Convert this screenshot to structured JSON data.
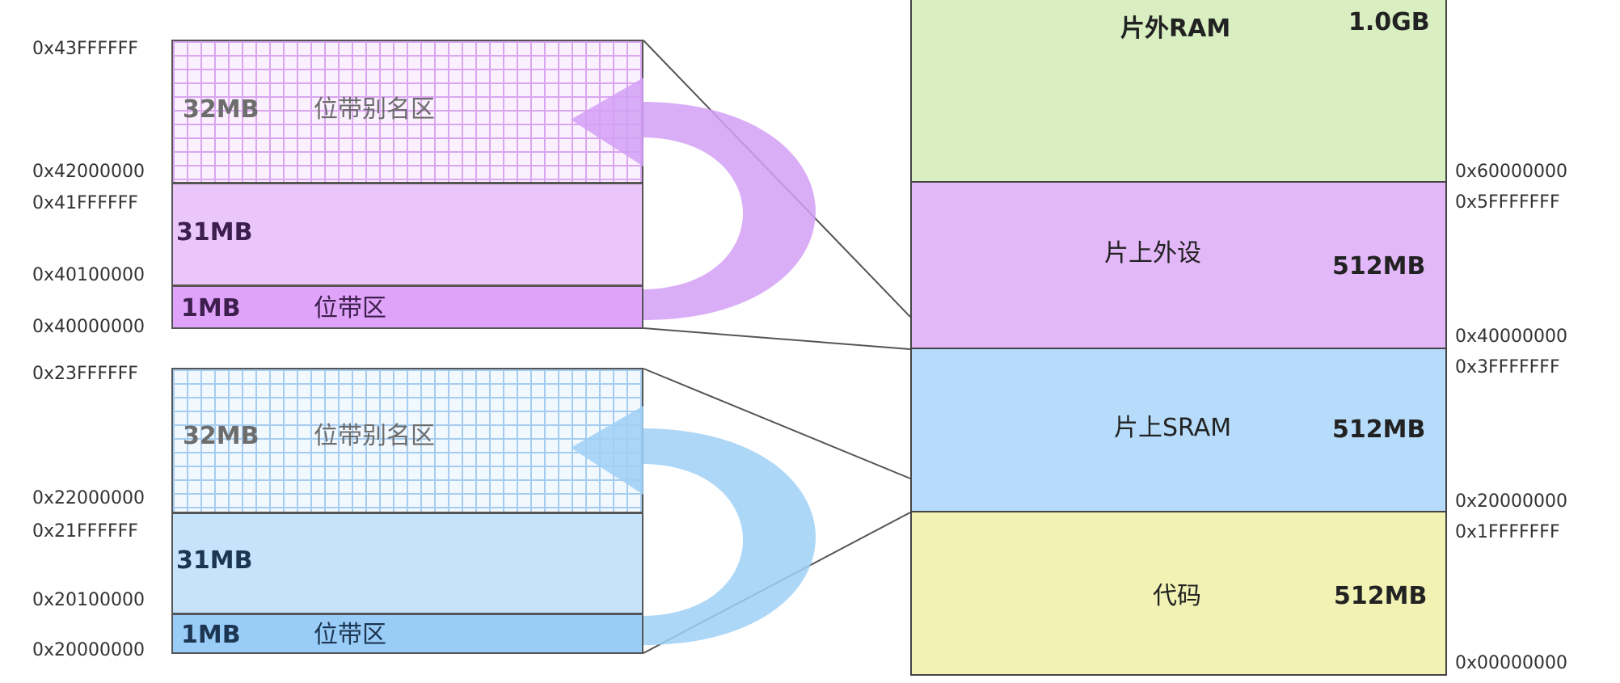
{
  "purple_group": {
    "addr_top": "0x43FFFFFF",
    "addr_alias_start": "0x42000000",
    "addr_mid_end": "0x41FFFFFF",
    "addr_band_end": "0x40100000",
    "addr_start": "0x40000000",
    "alias_size": "32MB",
    "alias_name": "位带别名区",
    "mid_size": "31MB",
    "band_size": "1MB",
    "band_name": "位带区"
  },
  "blue_group": {
    "addr_top": "0x23FFFFFF",
    "addr_alias_start": "0x22000000",
    "addr_mid_end": "0x21FFFFFF",
    "addr_band_end": "0x20100000",
    "addr_start": "0x20000000",
    "alias_size": "32MB",
    "alias_name": "位带别名区",
    "mid_size": "31MB",
    "band_size": "1MB",
    "band_name": "位带区"
  },
  "memory_map": {
    "regions": [
      {
        "name": "片外RAM",
        "size": "1.0GB",
        "color": "#d9efc2"
      },
      {
        "name": "片上外设",
        "size": "512MB",
        "color": "#e3b8f8"
      },
      {
        "name": "片上SRAM",
        "size": "512MB",
        "color": "#b7dcfb"
      },
      {
        "name": "代码",
        "size": "512MB",
        "color": "#f1f2b4"
      }
    ],
    "addresses": {
      "a60000000": "0x60000000",
      "a5FFFFFFF": "0x5FFFFFFF",
      "a40000000": "0x40000000",
      "a3FFFFFFF": "0x3FFFFFFF",
      "a20000000": "0x20000000",
      "a1FFFFFFF": "0x1FFFFFFF",
      "a00000000": "0x00000000"
    }
  },
  "colors": {
    "purple_mid": "#ebc6fb",
    "purple_band": "#e0a3fa",
    "purple_arrow": "#d7a6f6",
    "blue_mid": "#c5e3fb",
    "blue_band": "#99cdf8",
    "blue_arrow": "#a9d3f6"
  }
}
